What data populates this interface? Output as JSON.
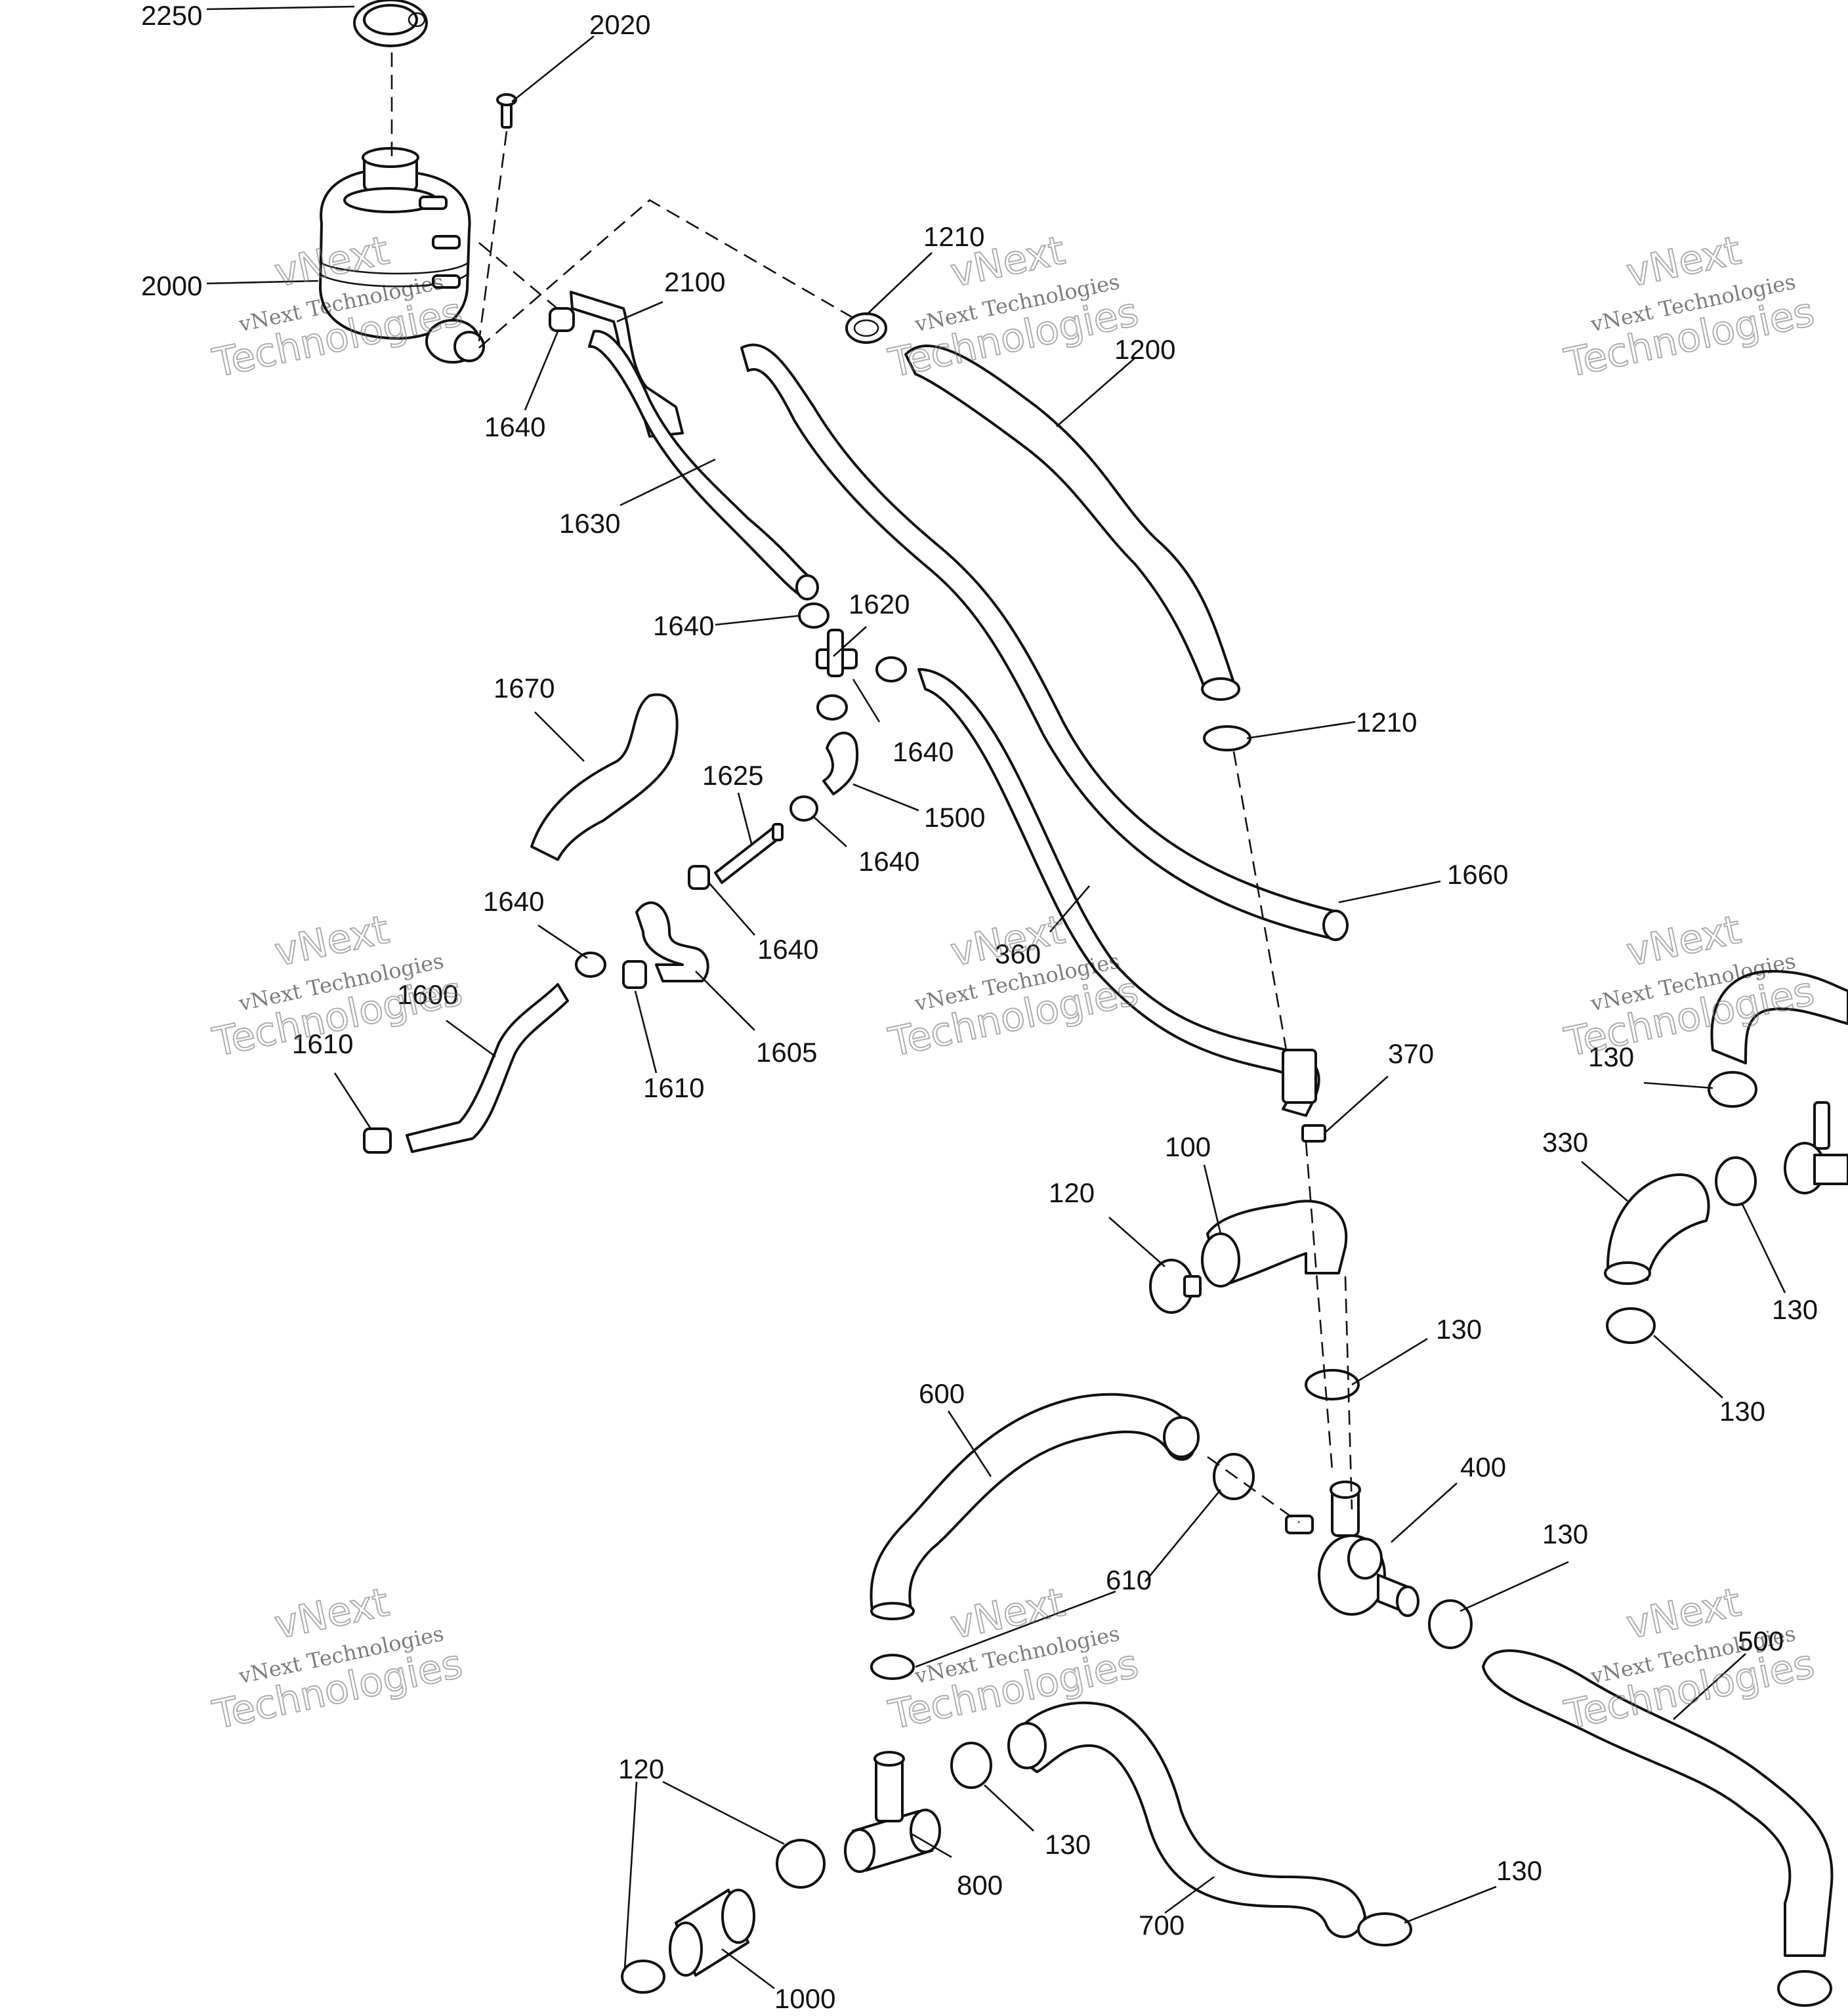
{
  "callouts": [
    {
      "id": "c2250a",
      "label": "2250"
    },
    {
      "id": "c2020",
      "label": "2020"
    },
    {
      "id": "c2000",
      "label": "2000"
    },
    {
      "id": "c2100",
      "label": "2100"
    },
    {
      "id": "c1640a",
      "label": "1640"
    },
    {
      "id": "c1630",
      "label": "1630"
    },
    {
      "id": "c1210a",
      "label": "1210"
    },
    {
      "id": "c1200",
      "label": "1200"
    },
    {
      "id": "c1640b",
      "label": "1640"
    },
    {
      "id": "c1620",
      "label": "1620"
    },
    {
      "id": "c1670",
      "label": "1670"
    },
    {
      "id": "c1640c",
      "label": "1640"
    },
    {
      "id": "c1210b",
      "label": "1210"
    },
    {
      "id": "c1625",
      "label": "1625"
    },
    {
      "id": "c1500",
      "label": "1500"
    },
    {
      "id": "c1640d",
      "label": "1640"
    },
    {
      "id": "c1660",
      "label": "1660"
    },
    {
      "id": "c1640e",
      "label": "1640"
    },
    {
      "id": "c1640f",
      "label": "1640"
    },
    {
      "id": "c360",
      "label": "360"
    },
    {
      "id": "c1600",
      "label": "1600"
    },
    {
      "id": "c1610a",
      "label": "1610"
    },
    {
      "id": "c1605",
      "label": "1605"
    },
    {
      "id": "c1610b",
      "label": "1610"
    },
    {
      "id": "c370",
      "label": "370"
    },
    {
      "id": "c130a",
      "label": "130"
    },
    {
      "id": "c330",
      "label": "330"
    },
    {
      "id": "c100",
      "label": "100"
    },
    {
      "id": "c120a",
      "label": "120"
    },
    {
      "id": "c130b",
      "label": "130"
    },
    {
      "id": "c130c",
      "label": "130"
    },
    {
      "id": "c130d",
      "label": "130"
    },
    {
      "id": "c600",
      "label": "600"
    },
    {
      "id": "c400",
      "label": "400"
    },
    {
      "id": "c610",
      "label": "610"
    },
    {
      "id": "c130e",
      "label": "130"
    },
    {
      "id": "c500",
      "label": "500"
    },
    {
      "id": "c120b",
      "label": "120"
    },
    {
      "id": "c130f",
      "label": "130"
    },
    {
      "id": "c800",
      "label": "800"
    },
    {
      "id": "c130g",
      "label": "130"
    },
    {
      "id": "c700",
      "label": "700"
    },
    {
      "id": "c1000",
      "label": "1000"
    }
  ],
  "watermark": {
    "line_small": "vNext Technologies",
    "line_big_1": "vNext",
    "line_big_2": "Technologies"
  }
}
